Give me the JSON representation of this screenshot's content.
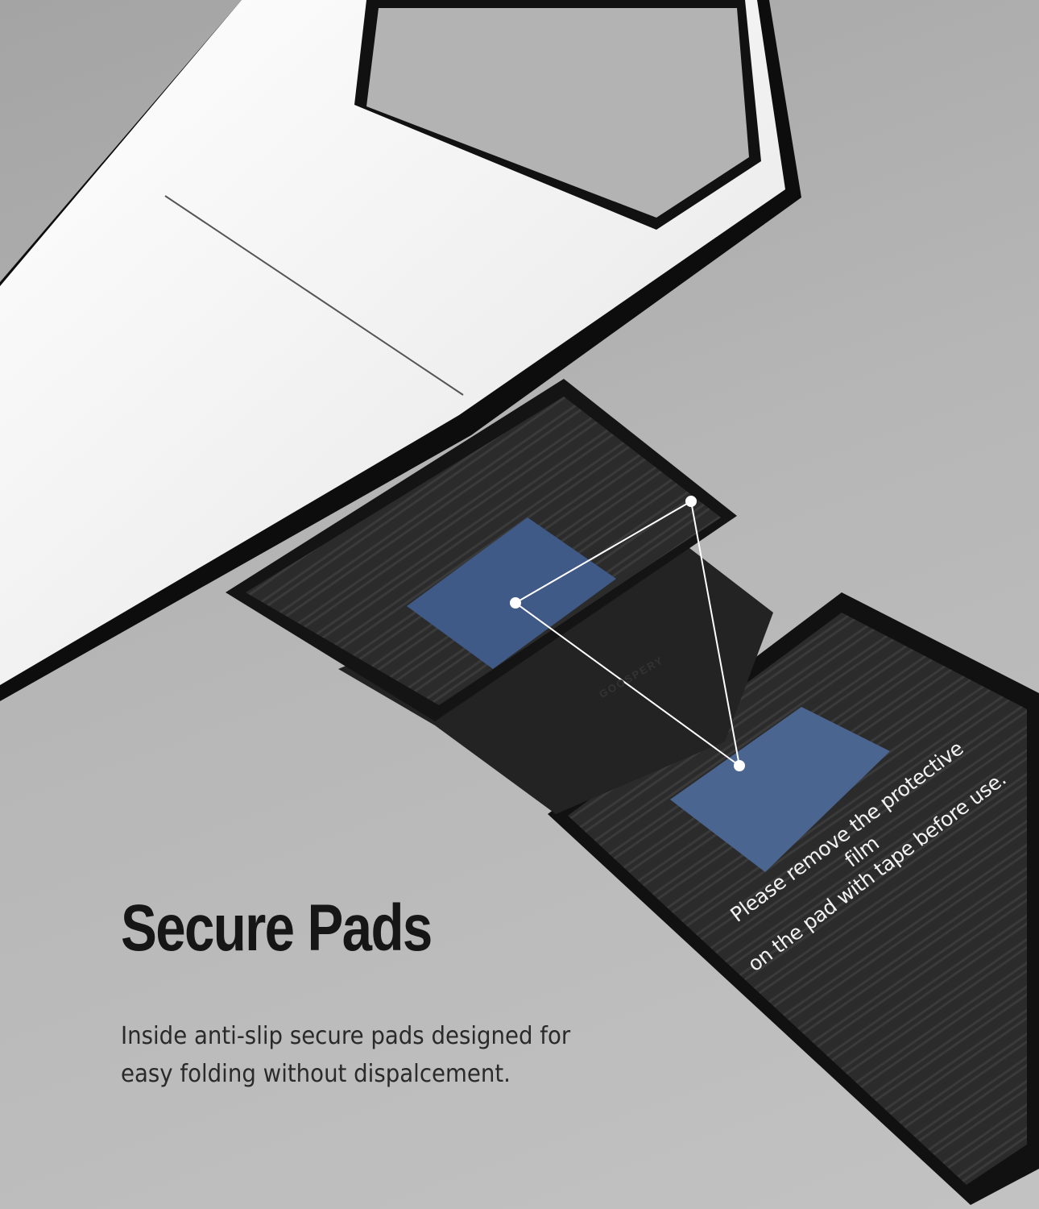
{
  "headline": "Secure Pads",
  "description": {
    "line1": "Inside anti-slip secure pads designed for",
    "line2": "easy folding without dispalcement."
  },
  "note": {
    "line1": "Please remove the protective film",
    "line2": "on the pad with tape before use."
  },
  "brand_logo": "GOOSPERY",
  "colors": {
    "pad": "#3f5a86",
    "case_white": "#f2f2f2",
    "case_black": "#1c1c1c"
  }
}
